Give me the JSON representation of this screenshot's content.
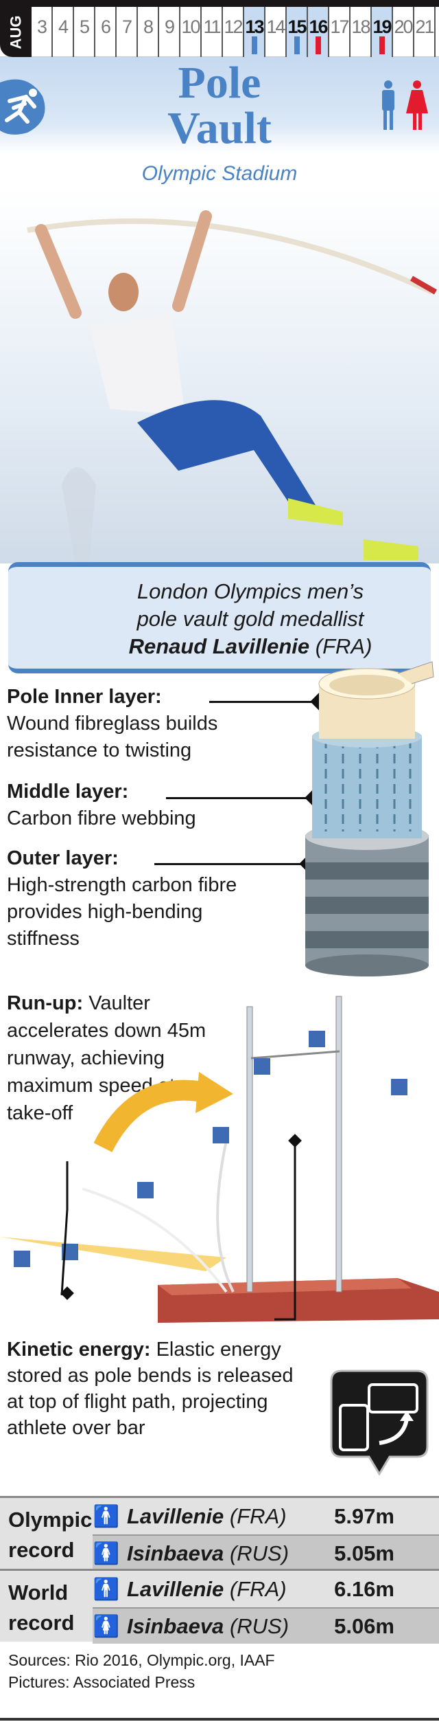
{
  "calendar": {
    "month": "AUG",
    "days": [
      {
        "d": "3"
      },
      {
        "d": "4"
      },
      {
        "d": "5"
      },
      {
        "d": "6"
      },
      {
        "d": "7"
      },
      {
        "d": "8"
      },
      {
        "d": "9"
      },
      {
        "d": "10"
      },
      {
        "d": "11"
      },
      {
        "d": "12"
      },
      {
        "d": "13",
        "event": "men"
      },
      {
        "d": "14"
      },
      {
        "d": "15",
        "event": "men"
      },
      {
        "d": "16",
        "event": "women"
      },
      {
        "d": "17"
      },
      {
        "d": "18"
      },
      {
        "d": "19",
        "event": "women"
      },
      {
        "d": "20"
      },
      {
        "d": "21"
      }
    ],
    "colors": {
      "men": "#4a82c6",
      "women": "#e31b2e",
      "highlight": "#c6dbf2"
    }
  },
  "header": {
    "title_line1": "Pole",
    "title_line2": "Vault",
    "venue": "Olympic Stadium"
  },
  "caption": {
    "line1": "London Olympics men’s",
    "line2": "pole vault gold medallist",
    "name": "Renaud Lavillenie",
    "country": "(FRA)"
  },
  "layers": [
    {
      "title": "Pole Inner layer:",
      "text": "Wound fibreglass builds resistance to twisting"
    },
    {
      "title": "Middle layer:",
      "text": "Carbon fibre webbing"
    },
    {
      "title": "Outer layer:",
      "text": "High-strength carbon fibre provides high-bending stiffness"
    }
  ],
  "runup": {
    "title": "Run-up:",
    "text": "Vaulter accelerates down 45m runway, achieving maximum speed at take-off"
  },
  "kinetic": {
    "title": "Kinetic energy:",
    "text": "Elastic energy stored as pole bends is released at top of flight path, projecting athlete over bar"
  },
  "records": [
    {
      "label1": "Olympic",
      "label2": "record",
      "rows": [
        {
          "gender": "male",
          "name": "Lavillenie",
          "country": "(FRA)",
          "value": "5.97m"
        },
        {
          "gender": "female",
          "name": "Isinbaeva",
          "country": "(RUS)",
          "value": "5.05m"
        }
      ]
    },
    {
      "label1": "World",
      "label2": "record",
      "rows": [
        {
          "gender": "male",
          "name": "Lavillenie",
          "country": "(FRA)",
          "value": "6.16m"
        },
        {
          "gender": "female",
          "name": "Isinbaeva",
          "country": "(RUS)",
          "value": "5.06m"
        }
      ]
    }
  ],
  "footer": {
    "sources": "Sources: Rio 2016, Olympic.org, IAAF",
    "pictures": "Pictures: Associated Press"
  }
}
